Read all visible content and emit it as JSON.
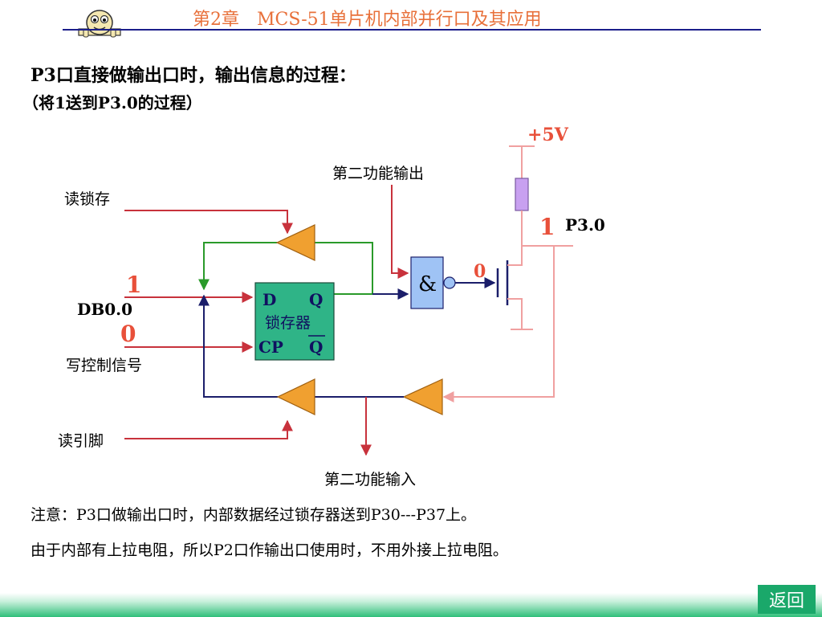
{
  "header": {
    "title": "第2章　MCS-51单片机内部并行口及其应用",
    "mascot_icon": "cartoon-face-icon",
    "title_color": "#e8703a",
    "line_color": "#1b1e8a"
  },
  "intro": {
    "line1": "P3口直接做输出口时，输出信息的过程：",
    "line2": "（将1送到P3.0的过程）"
  },
  "diagram": {
    "read_latch": "读锁存",
    "second_func_out": "第二功能输出",
    "db_line": "DB0.0",
    "db_value": "1",
    "write_ctrl_value": "0",
    "write_ctrl": "写控制信号",
    "read_pin": "读引脚",
    "second_func_in": "第二功能输入",
    "latch": {
      "d": "D",
      "q": "Q",
      "name": "锁存器",
      "cp": "CP",
      "q_bar": "Q"
    },
    "and_gate": "&",
    "gate_out_value": "0",
    "pin_value": "1",
    "pin_name": "P3.0",
    "vcc": "+5V",
    "colors": {
      "red": "#c8323c",
      "navy": "#1b1e6a",
      "green": "#2a9a2a",
      "pink": "#f0a0a0",
      "buffer_fill": "#f0a030",
      "latch_fill": "#2fb487",
      "and_fill": "#9fc3f5",
      "resistor_fill": "#c8a0f0"
    }
  },
  "notes": {
    "line1": "注意：P3口做输出口时，内部数据经过锁存器送到P30---P37上。",
    "line2": "由于内部有上拉电阻，所以P2口作输出口使用时，不用外接上拉电阻。"
  },
  "footer": {
    "return_label": "返回"
  }
}
